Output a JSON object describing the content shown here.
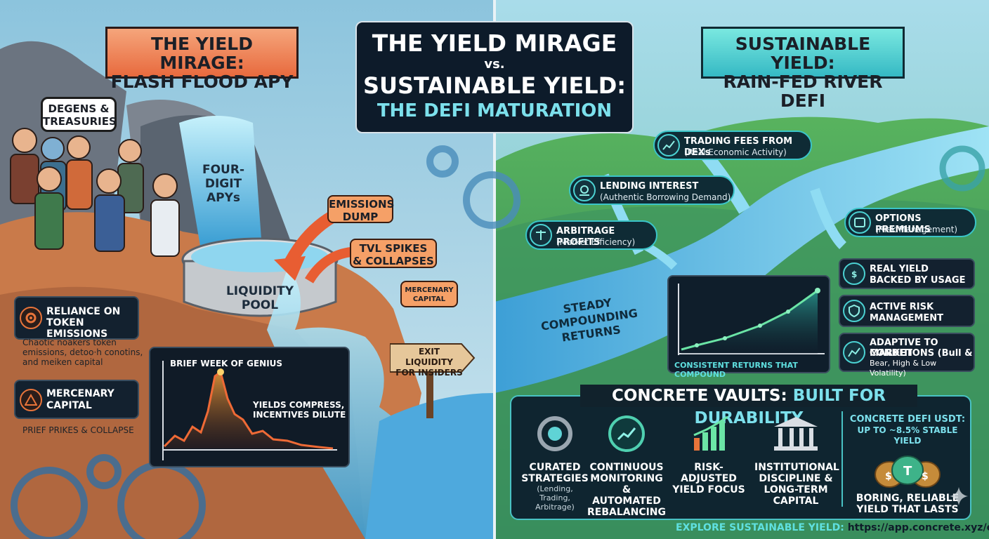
{
  "title": {
    "line1": "THE YIELD MIRAGE",
    "line2": "vs.",
    "line3": "SUSTAINABLE YIELD:",
    "line4": "THE DEFI MATURATION"
  },
  "left": {
    "banner_line1": "THE YIELD MIRAGE:",
    "banner_line2": "FLASH FLOOD APY",
    "degens_line1": "DEGENS &",
    "degens_line2": "TREASURIES",
    "waterfall_line1": "FOUR-",
    "waterfall_line2": "DIGIT",
    "waterfall_line3": "APYs",
    "pool_line1": "LIQUIDITY",
    "pool_line2": "POOL",
    "emissions_line1": "EMISSIONS",
    "emissions_line2": "DUMP",
    "tvl_line1": "TVL SPIKES",
    "tvl_line2": "& COLLAPSES",
    "mercenary_line1": "MERCENARY",
    "mercenary_line2": "CAPITAL",
    "exit_line1": "EXIT LIQUIDITY",
    "exit_line2": "FOR INSIDERS",
    "card1": {
      "title_line1": "RELIANCE ON",
      "title_line2": "TOKEN EMISSIONS",
      "desc_line1": "Chaotic noakers token",
      "desc_line2": "emissions, detoo·h conotins,",
      "desc_line3": "and meiken capital"
    },
    "card2": {
      "title_line1": "MERCENARY",
      "title_line2": "CAPITAL",
      "desc": "PRIEF PRIKES & COLLAPSE"
    },
    "chart": {
      "top_label": "BRIEF WEEK OF GENIUS",
      "note_line1": "YIELDS COMPRESS,",
      "note_line2": "INCENTIVES DILUTE"
    }
  },
  "right": {
    "banner_line1": "SUSTAINABLE YIELD:",
    "banner_line2": "RAIN-FED RIVER DEFI",
    "sources": [
      {
        "title": "TRADING FEES FROM DEXs",
        "sub": "(Real Economic Activity)"
      },
      {
        "title": "LENDING INTEREST",
        "sub": "(Authentic Borrowing Demand)"
      },
      {
        "title": "ARBITRAGE PROFITS",
        "sub": "(Market Efficiency)"
      },
      {
        "title": "OPTIONS PREMIUMS",
        "sub": "(Risk Management)"
      }
    ],
    "river_line1": "STEADY",
    "river_line2": "COMPOUNDING",
    "river_line3": "RETURNS",
    "chart_caption": "CONSISTENT RETURNS THAT COMPOUND",
    "features": [
      {
        "line1": "REAL YIELD",
        "line2": "BACKED BY USAGE",
        "line3": ""
      },
      {
        "line1": "ACTIVE RISK",
        "line2": "MANAGEMENT",
        "line3": ""
      },
      {
        "line1": "ADAPTIVE TO MARKET",
        "line2": "CONDITIONS (Bull &",
        "line3": "Bear, High & Low Volatility)"
      }
    ],
    "vaults": {
      "heading_white": "CONCRETE VAULTS:",
      "heading_teal": "BUILT FOR DURABILITY",
      "items": [
        {
          "line1": "CURATED",
          "line2": "STRATEGIES",
          "line3": "(Lending, Trading,",
          "line4": "Arbitrage)"
        },
        {
          "line1": "CONTINUOUS",
          "line2": "MONITORING &",
          "line3": "AUTOMATED",
          "line4": "REBALANCING"
        },
        {
          "line1": "RISK-ADJUSTED",
          "line2": "YIELD FOCUS",
          "line3": "",
          "line4": ""
        },
        {
          "line1": "INSTITUTIONAL",
          "line2": "DISCIPLINE &",
          "line3": "LONG-TERM",
          "line4": "CAPITAL"
        }
      ],
      "usdt_line1": "CONCRETE DEFI USDT:",
      "usdt_line2": "UP TO ~8.5% STABLE YIELD",
      "boring_line1": "BORING, RELIABLE",
      "boring_line2": "YIELD THAT LASTS"
    },
    "footer_label": "EXPLORE SUSTAINABLE YIELD:",
    "footer_url": "https://app.concrete.xyz/earn"
  },
  "colors": {
    "accent_orange": "#e86a3e",
    "accent_teal": "#35b9c4",
    "dark_panel": "#0d1b2a",
    "chart_spike": "#f07a3a",
    "chart_growth": "#6be5a6"
  },
  "icons": [
    "gear-icon",
    "warning-icon",
    "trend-icon",
    "dollar-hand-icon",
    "balance-scale-icon",
    "options-icon",
    "shield-check-icon",
    "adaptive-chart-icon",
    "gear-search-icon",
    "monitor-chart-icon",
    "bar-growth-icon",
    "bank-icon",
    "money-bag-icon",
    "tether-icon",
    "sparkle-icon"
  ]
}
